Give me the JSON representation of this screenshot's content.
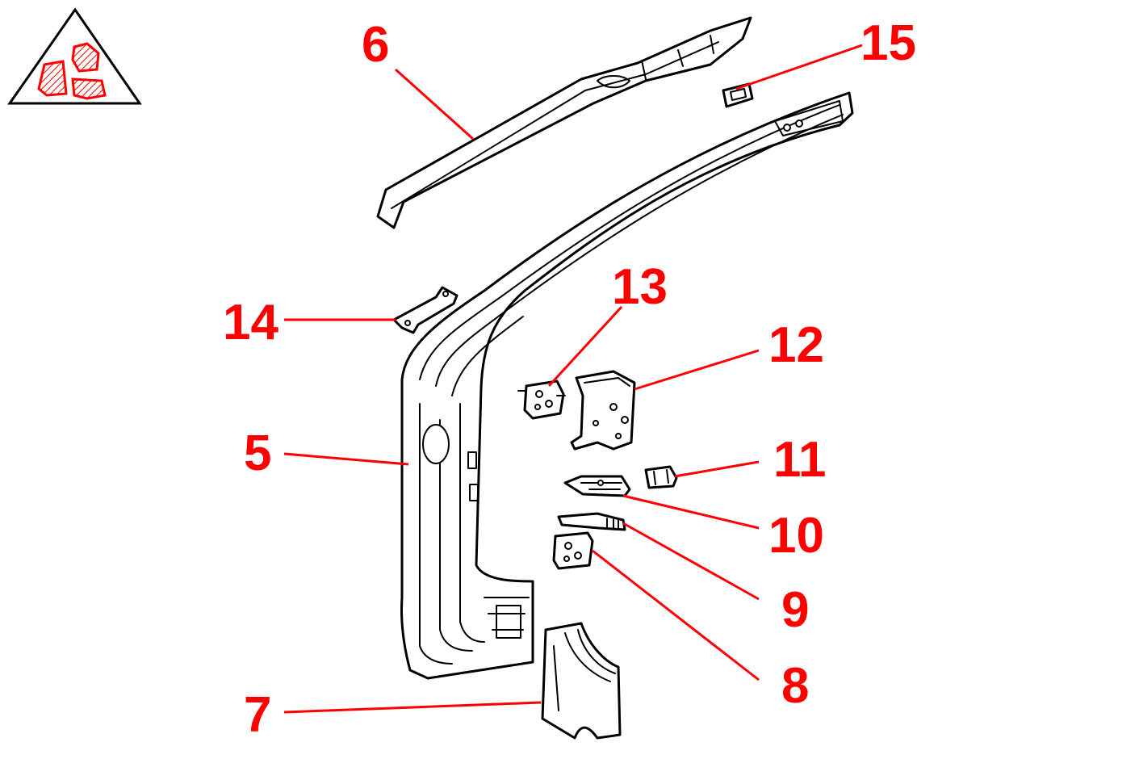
{
  "callouts": [
    {
      "id": "5",
      "label": "5"
    },
    {
      "id": "6",
      "label": "6"
    },
    {
      "id": "7",
      "label": "7"
    },
    {
      "id": "8",
      "label": "8"
    },
    {
      "id": "9",
      "label": "9"
    },
    {
      "id": "10",
      "label": "10"
    },
    {
      "id": "11",
      "label": "11"
    },
    {
      "id": "12",
      "label": "12"
    },
    {
      "id": "13",
      "label": "13"
    },
    {
      "id": "14",
      "label": "14"
    },
    {
      "id": "15",
      "label": "15"
    }
  ],
  "colors": {
    "callout": "#ff0000",
    "linework": "#000000",
    "background": "#ffffff"
  },
  "icons": {
    "corner_symbol": "body-panel-section-triangle-icon"
  }
}
